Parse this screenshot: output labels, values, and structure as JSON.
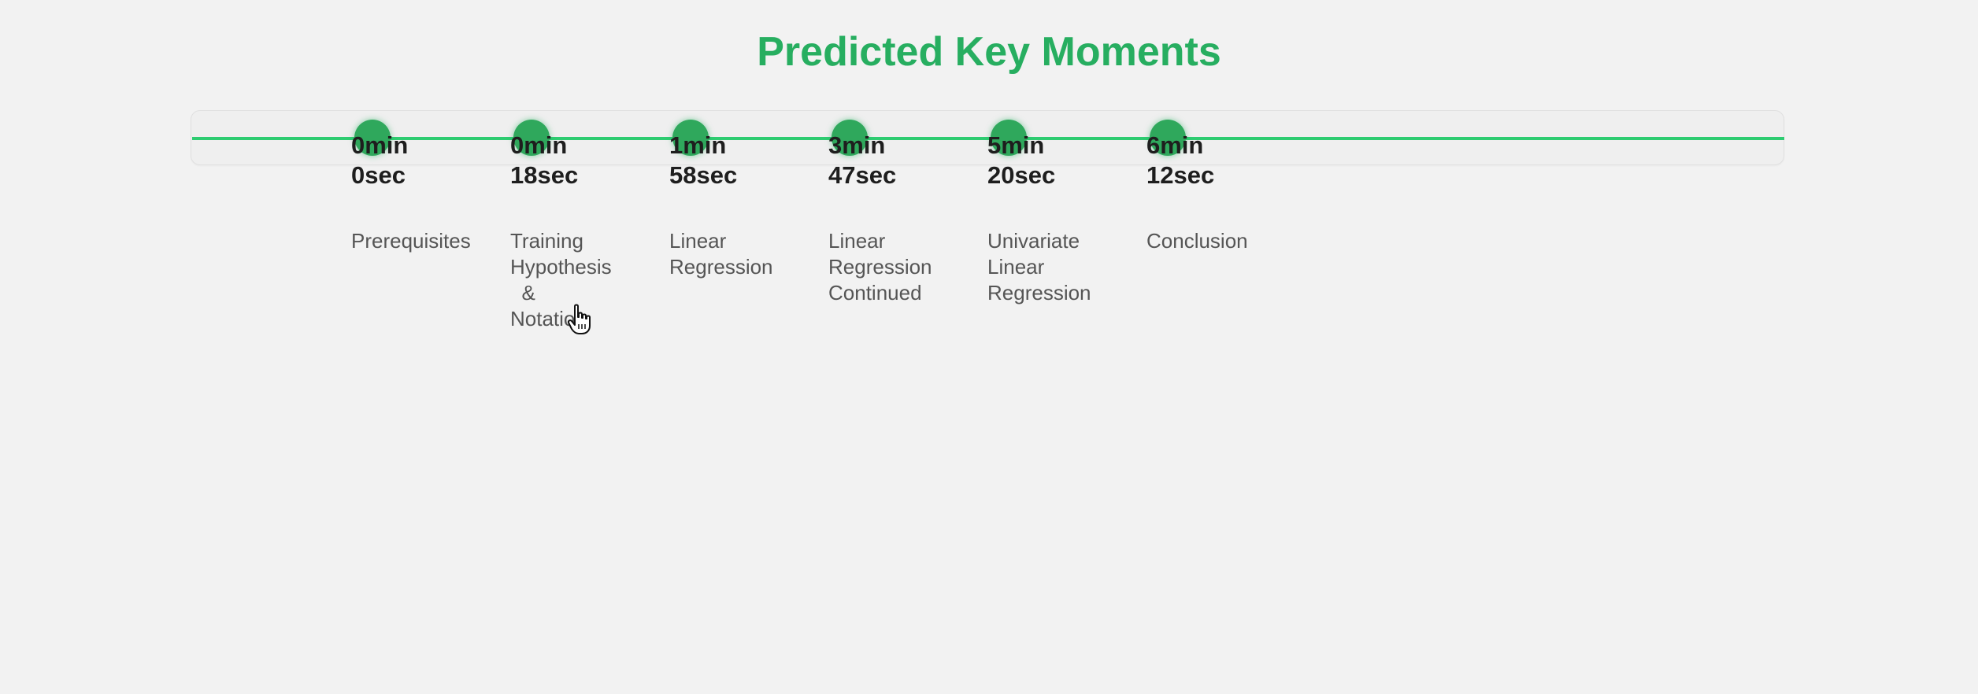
{
  "title": "Predicted Key Moments",
  "colors": {
    "accent": "#27ae60",
    "line": "#2ecc71",
    "dot": "#2fa85c",
    "background": "#f2f2f2"
  },
  "moments": [
    {
      "min": "0min",
      "sec": "0sec",
      "label": "Prerequisites"
    },
    {
      "min": "0min",
      "sec": "18sec",
      "label": "Training\nHypothesis\n  &\nNotation"
    },
    {
      "min": "1min",
      "sec": "58sec",
      "label": "Linear\nRegression"
    },
    {
      "min": "3min",
      "sec": "47sec",
      "label": "Linear\nRegression\nContinued"
    },
    {
      "min": "5min",
      "sec": "20sec",
      "label": "Univariate\nLinear\nRegression"
    },
    {
      "min": "6min",
      "sec": "12sec",
      "label": "Conclusion"
    }
  ],
  "cursor_icon": "hand-pointer-icon"
}
